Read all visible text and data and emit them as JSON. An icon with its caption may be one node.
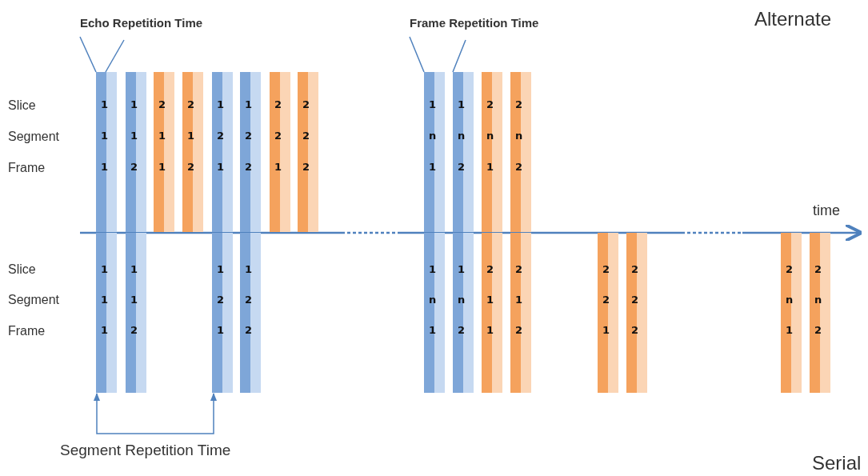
{
  "diagram": {
    "nodes": [
      {
        "text": [
          "1",
          "1",
          "1"
        ]
      },
      {
        "text": [
          "1",
          "1",
          "2"
        ]
      },
      {
        "text": [
          "2",
          "1",
          "1"
        ]
      },
      {
        "text": [
          "2",
          "1",
          "2"
        ]
      },
      {
        "text": [
          "1",
          "2",
          "1"
        ]
      },
      {
        "text": [
          "1",
          "2",
          "2"
        ]
      },
      {
        "text": [
          "2",
          "2",
          "1"
        ]
      },
      {
        "text": [
          "2",
          "2",
          "2"
        ]
      },
      {
        "text": [
          "1",
          "n",
          "1"
        ]
      },
      {
        "text": [
          "1",
          "n",
          "2"
        ]
      },
      {
        "text": [
          "2",
          "n",
          "1"
        ]
      },
      {
        "text": [
          "2",
          "n",
          "2"
        ]
      },
      {
        "text": [
          "1",
          "1",
          "1"
        ]
      },
      {
        "text": [
          "1",
          "1",
          "2"
        ]
      },
      {
        "text": [
          "1",
          "2",
          "1"
        ]
      },
      {
        "text": [
          "1",
          "2",
          "2"
        ]
      },
      {
        "text": [
          "1",
          "n",
          "1"
        ]
      },
      {
        "text": [
          "1",
          "n",
          "2"
        ]
      },
      {
        "text": [
          "2",
          "1",
          "1"
        ]
      },
      {
        "text": [
          "2",
          "1",
          "2"
        ]
      },
      {
        "text": [
          "2",
          "2",
          "1"
        ]
      },
      {
        "text": [
          "2",
          "2",
          "2"
        ]
      },
      {
        "text": [
          "2",
          "n",
          "1"
        ]
      },
      {
        "text": [
          "2",
          "n",
          "2"
        ]
      },
      {
        "text": [
          "Echo Repetition Time"
        ]
      },
      {
        "text": [
          "Frame Repetition Time"
        ]
      }
    ],
    "edges": [
      {
        "from": 24,
        "to": 0,
        "arrow": "none"
      },
      {
        "from": 24,
        "to": 0,
        "arrow": "none"
      },
      {
        "from": 25,
        "to": 8,
        "arrow": "none"
      },
      {
        "from": 25,
        "to": 9,
        "arrow": "none"
      },
      {
        "from": 12,
        "to": 14,
        "arrow": "both",
        "label": "Segment Repetition Time"
      }
    ],
    "labels": [
      "Alternate",
      "Slice",
      "Segment",
      "Frame",
      "time",
      "Slice",
      "Segment",
      "Frame",
      "Serial"
    ]
  }
}
